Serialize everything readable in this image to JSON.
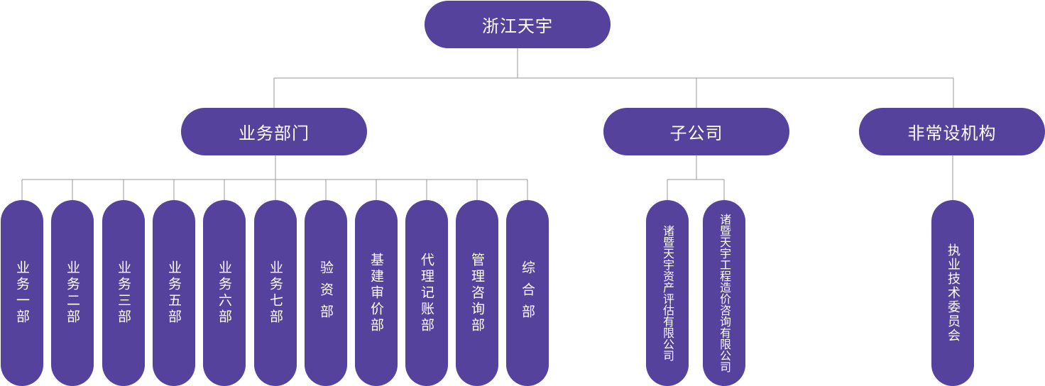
{
  "root": {
    "label": "浙江天宇"
  },
  "level1": [
    {
      "label": "业务部门"
    },
    {
      "label": "子公司"
    },
    {
      "label": "非常设机构"
    }
  ],
  "business_units": [
    {
      "label": "业务一部"
    },
    {
      "label": "业务二部"
    },
    {
      "label": "业务三部"
    },
    {
      "label": "业务五部"
    },
    {
      "label": "业务六部"
    },
    {
      "label": "业务七部"
    },
    {
      "label": "验资部"
    },
    {
      "label": "基建审价部"
    },
    {
      "label": "代理记账部"
    },
    {
      "label": "管理咨询部"
    },
    {
      "label": "综合部"
    }
  ],
  "subsidiaries": [
    {
      "label": "诸暨天宇资产评估有限公司"
    },
    {
      "label": "诸暨天宇工程造价咨询有限公司"
    }
  ],
  "non_permanent": [
    {
      "label": "执业技术委员会"
    }
  ],
  "colors": {
    "node": "#55429c",
    "line": "#9a9a9a",
    "text": "#ffffff"
  }
}
